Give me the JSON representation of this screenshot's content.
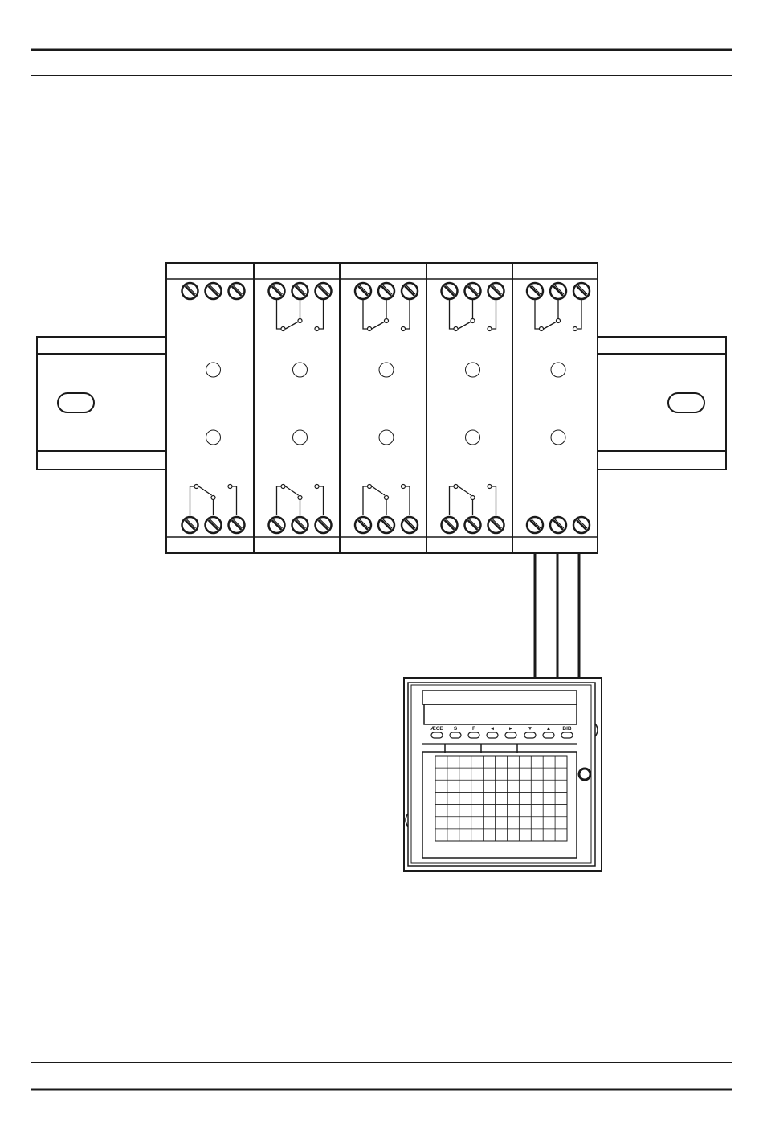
{
  "colors": {
    "ink": "#1a1a1a",
    "paper": "#ffffff"
  },
  "din_rail": {
    "mounting_slots": 2
  },
  "modules": [
    {
      "name": "relay-module-1",
      "top_terminals": 3,
      "top_contact": false,
      "bottom_contact": true,
      "leds": 2
    },
    {
      "name": "relay-module-2",
      "top_terminals": 3,
      "top_contact": true,
      "bottom_contact": true,
      "leds": 2
    },
    {
      "name": "relay-module-3",
      "top_terminals": 3,
      "top_contact": true,
      "bottom_contact": true,
      "leds": 2
    },
    {
      "name": "relay-module-4",
      "top_terminals": 3,
      "top_contact": true,
      "bottom_contact": true,
      "leds": 2
    },
    {
      "name": "relay-module-5",
      "top_terminals": 3,
      "top_contact": true,
      "bottom_contact": false,
      "leds": 2
    }
  ],
  "cable": {
    "wires": 3
  },
  "controller": {
    "key_labels": [
      "ÆCE",
      "S",
      "F",
      "◄",
      "►",
      "▼",
      "▲",
      "BIB"
    ],
    "keys": 8,
    "grid": {
      "columns": 11,
      "rows": 7
    },
    "icons": [
      "key-icon"
    ]
  }
}
